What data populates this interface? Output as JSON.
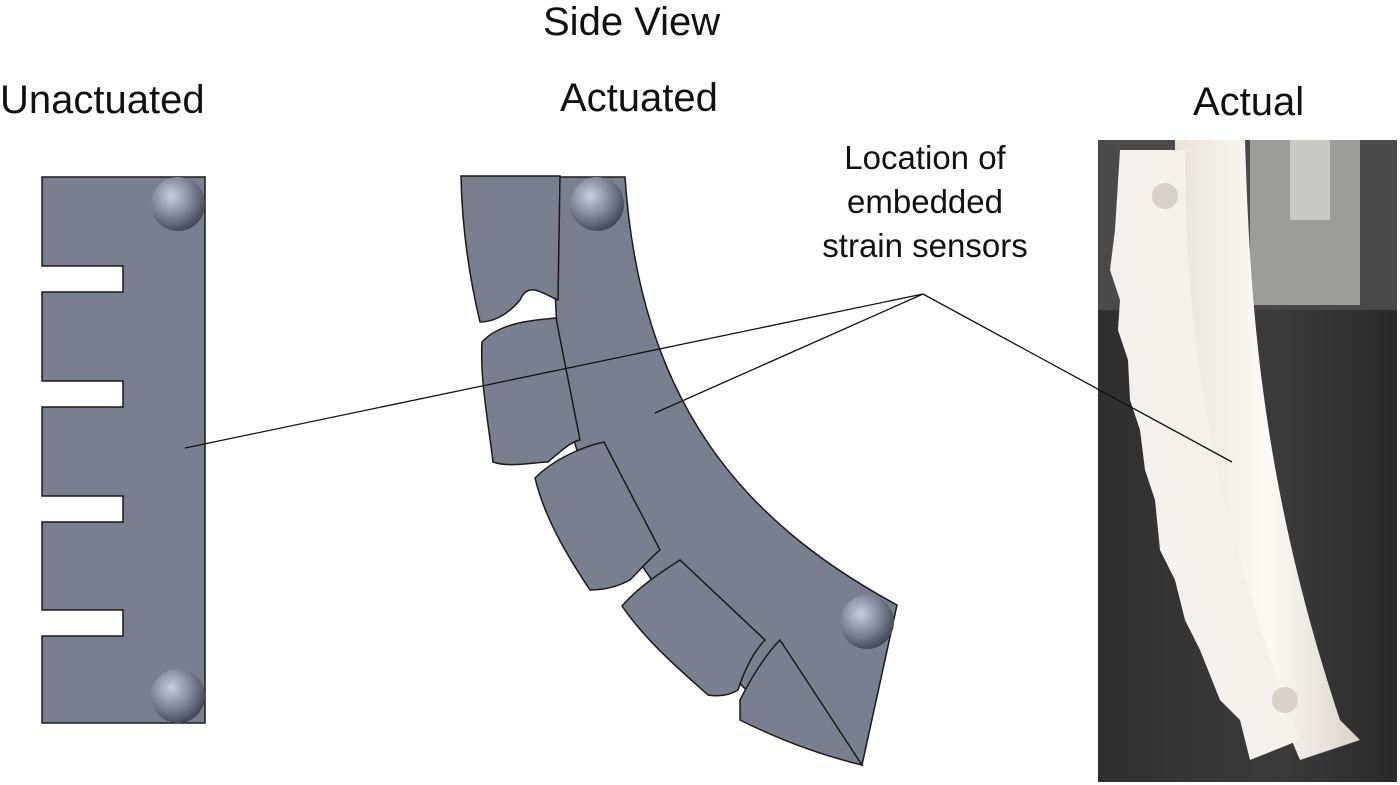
{
  "figure": {
    "title": "Side View",
    "panels": {
      "unactuated": "Unactuated",
      "actuated": "Actuated",
      "actual": "Actual"
    },
    "callout": {
      "line1": "Location of",
      "line2": "embedded",
      "line3": "strain sensors"
    }
  },
  "colors": {
    "part_fill": "#7a7f8f",
    "outline": "#1a1a1a",
    "photo_background": "#3a3a3a",
    "part_photo": "#f3f1ec"
  }
}
